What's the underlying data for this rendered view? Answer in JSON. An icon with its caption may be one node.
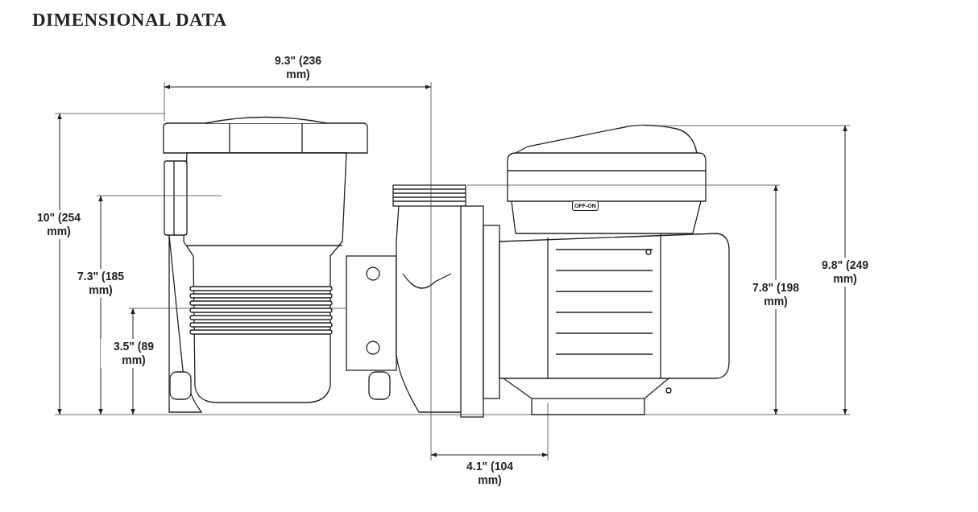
{
  "diagram": {
    "title": "DIMENSIONAL DATA",
    "labels": [
      "9.3\" (236 mm)",
      "OFF-ON",
      "10\" (254 mm)",
      "9.8\" (249 mm)",
      "7.3\" (185 mm)",
      "7.8\" (198 mm)",
      "3.5\" (89 mm)",
      "4.1\" (104 mm)"
    ]
  }
}
